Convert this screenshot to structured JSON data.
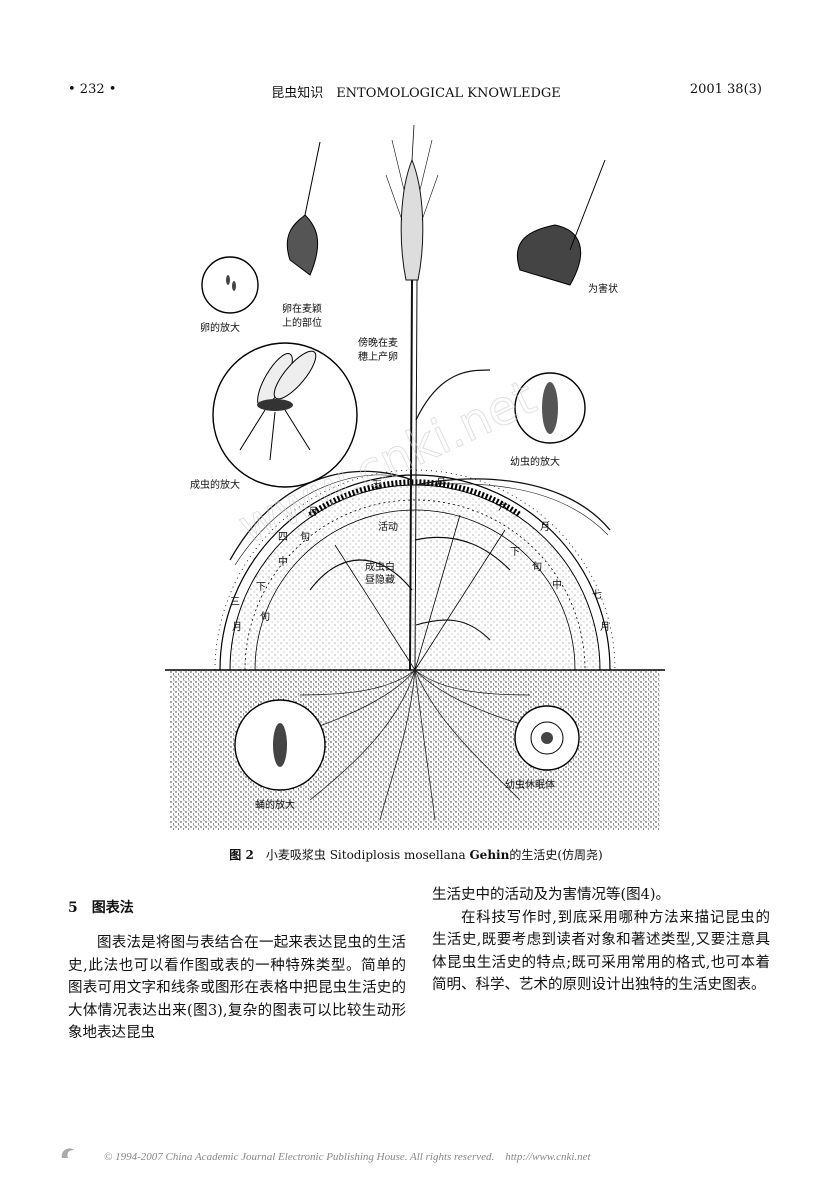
{
  "header": {
    "page_num": "• 232 •",
    "journal": "昆虫知识　ENTOMOLOGICAL KNOWLEDGE",
    "issue": "2001 38(3)"
  },
  "figure": {
    "labels": {
      "egg_mag": "卵的放大",
      "egg_pos_1": "卵在麦颖",
      "egg_pos_2": "上的部位",
      "dusk_1": "傍晚在麦",
      "dusk_2": "穗上产卵",
      "damage": "为害状",
      "adult_mag": "成虫的放大",
      "larva_mag": "幼虫的放大",
      "pupa_mag": "蛹的放大",
      "larva_dormant": "幼虫休眠体",
      "active": "活动",
      "adult_day_1": "成虫白",
      "adult_day_2": "昼隐藏"
    },
    "months": [
      "三",
      "月",
      "四",
      "月",
      "五",
      "月",
      "六",
      "月",
      "七",
      "月"
    ],
    "inner_left": [
      "下",
      "旬",
      "中",
      "旬"
    ],
    "inner_right": [
      "下",
      "旬",
      "中"
    ],
    "watermark": "www.cnki.net"
  },
  "caption": {
    "fig_no": "图 2",
    "text_cn": "小麦吸浆虫",
    "species": "Sitodiplosis mosellana",
    "author": "Gehin",
    "tail": "的生活史(仿周尧)"
  },
  "section": {
    "number": "5",
    "title": "图表法"
  },
  "left_col": [
    "图表法是将图与表结合在一起来表达昆虫的生活史,此法也可以看作图或表的一种特殊类型。简单的图表可用文字和线条或图形在表格中把昆虫生活史的大体情况表达出来(图3),复杂的图表可以比较生动形象地表达昆虫"
  ],
  "right_col": [
    "生活史中的活动及为害情况等(图4)。",
    "在科技写作时,到底采用哪种方法来描记昆虫的生活史,既要考虑到读者对象和著述类型,又要注意具体昆虫生活史的特点;既可采用常用的格式,也可本着简明、科学、艺术的原则设计出独特的生活史图表。"
  ],
  "footer": {
    "text": "© 1994-2007 China Academic Journal Electronic Publishing House. All rights reserved.　http://www.cnki.net"
  }
}
